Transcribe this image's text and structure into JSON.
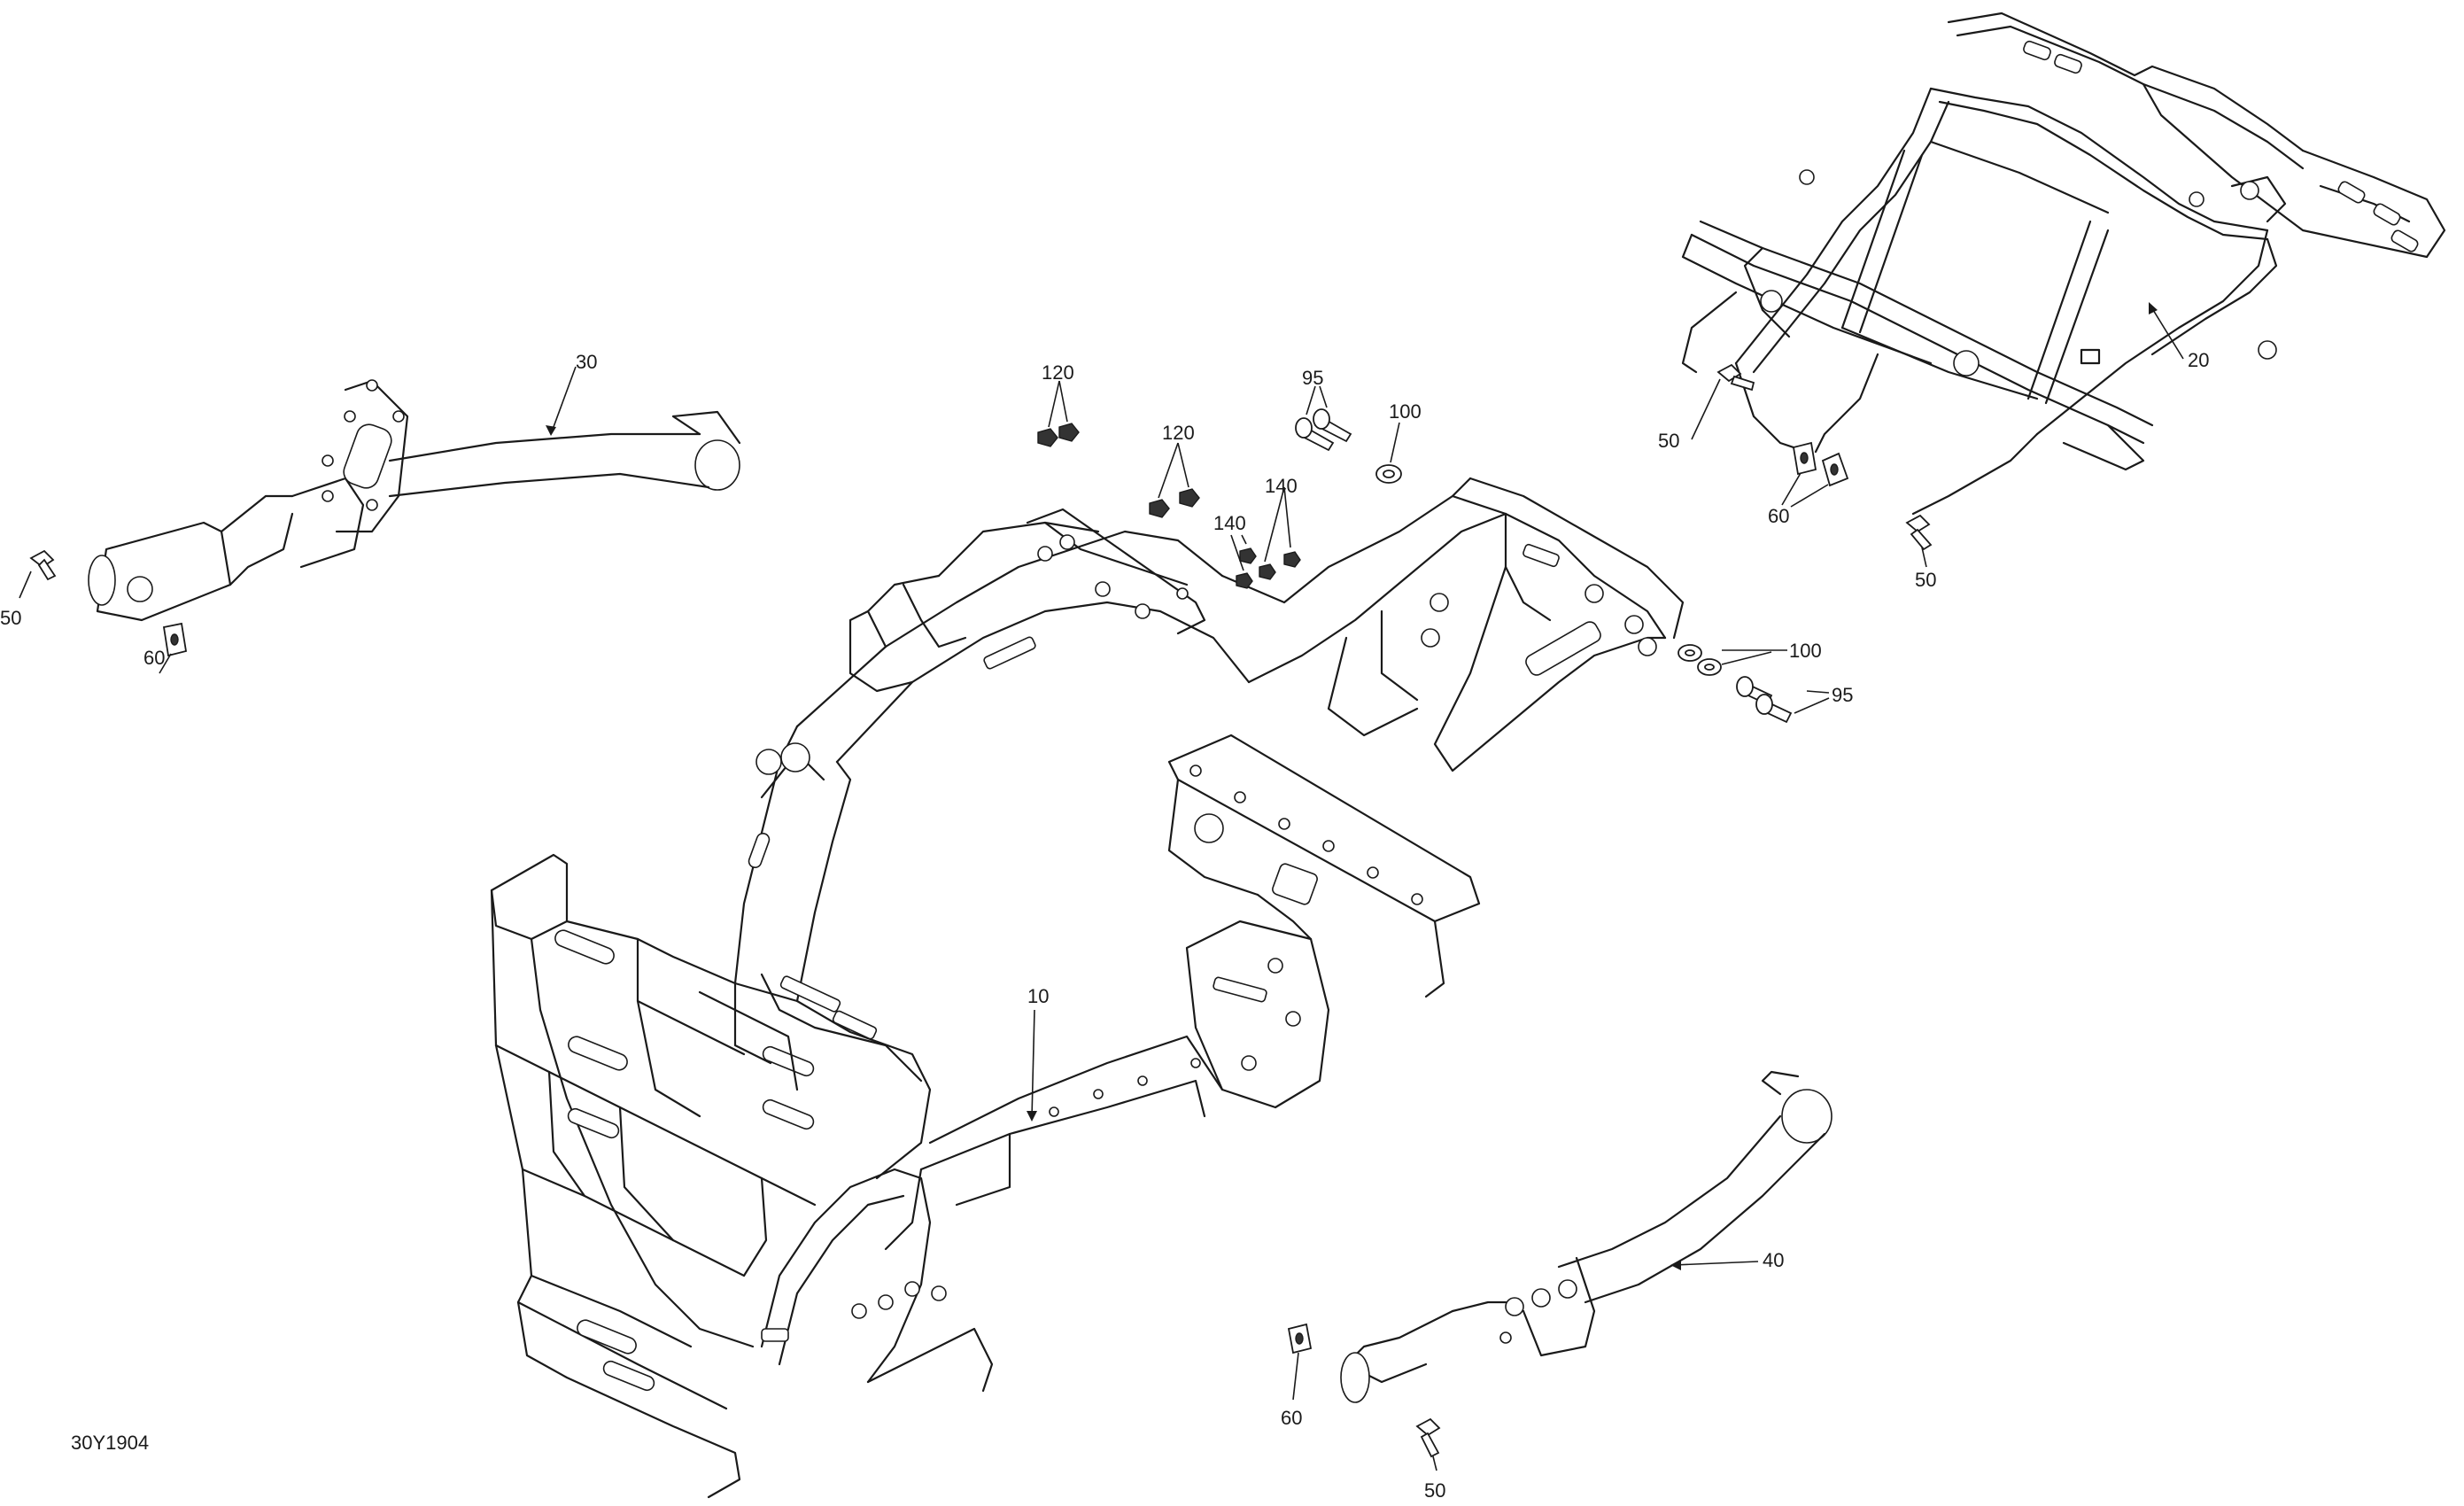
{
  "drawing_code": "30Y1904",
  "callouts": {
    "c10": "10",
    "c20": "20",
    "c30": "30",
    "c40": "40",
    "c50_left": "50",
    "c50_rear_a": "50",
    "c50_rear_b": "50",
    "c50_bottom": "50",
    "c60_left": "60",
    "c60_rear": "60",
    "c60_bottom": "60",
    "c95_top": "95",
    "c95_right": "95",
    "c100_top": "100",
    "c100_right": "100",
    "c120_a": "120",
    "c120_b": "120",
    "c140_a": "140",
    "c140_b": "140"
  }
}
